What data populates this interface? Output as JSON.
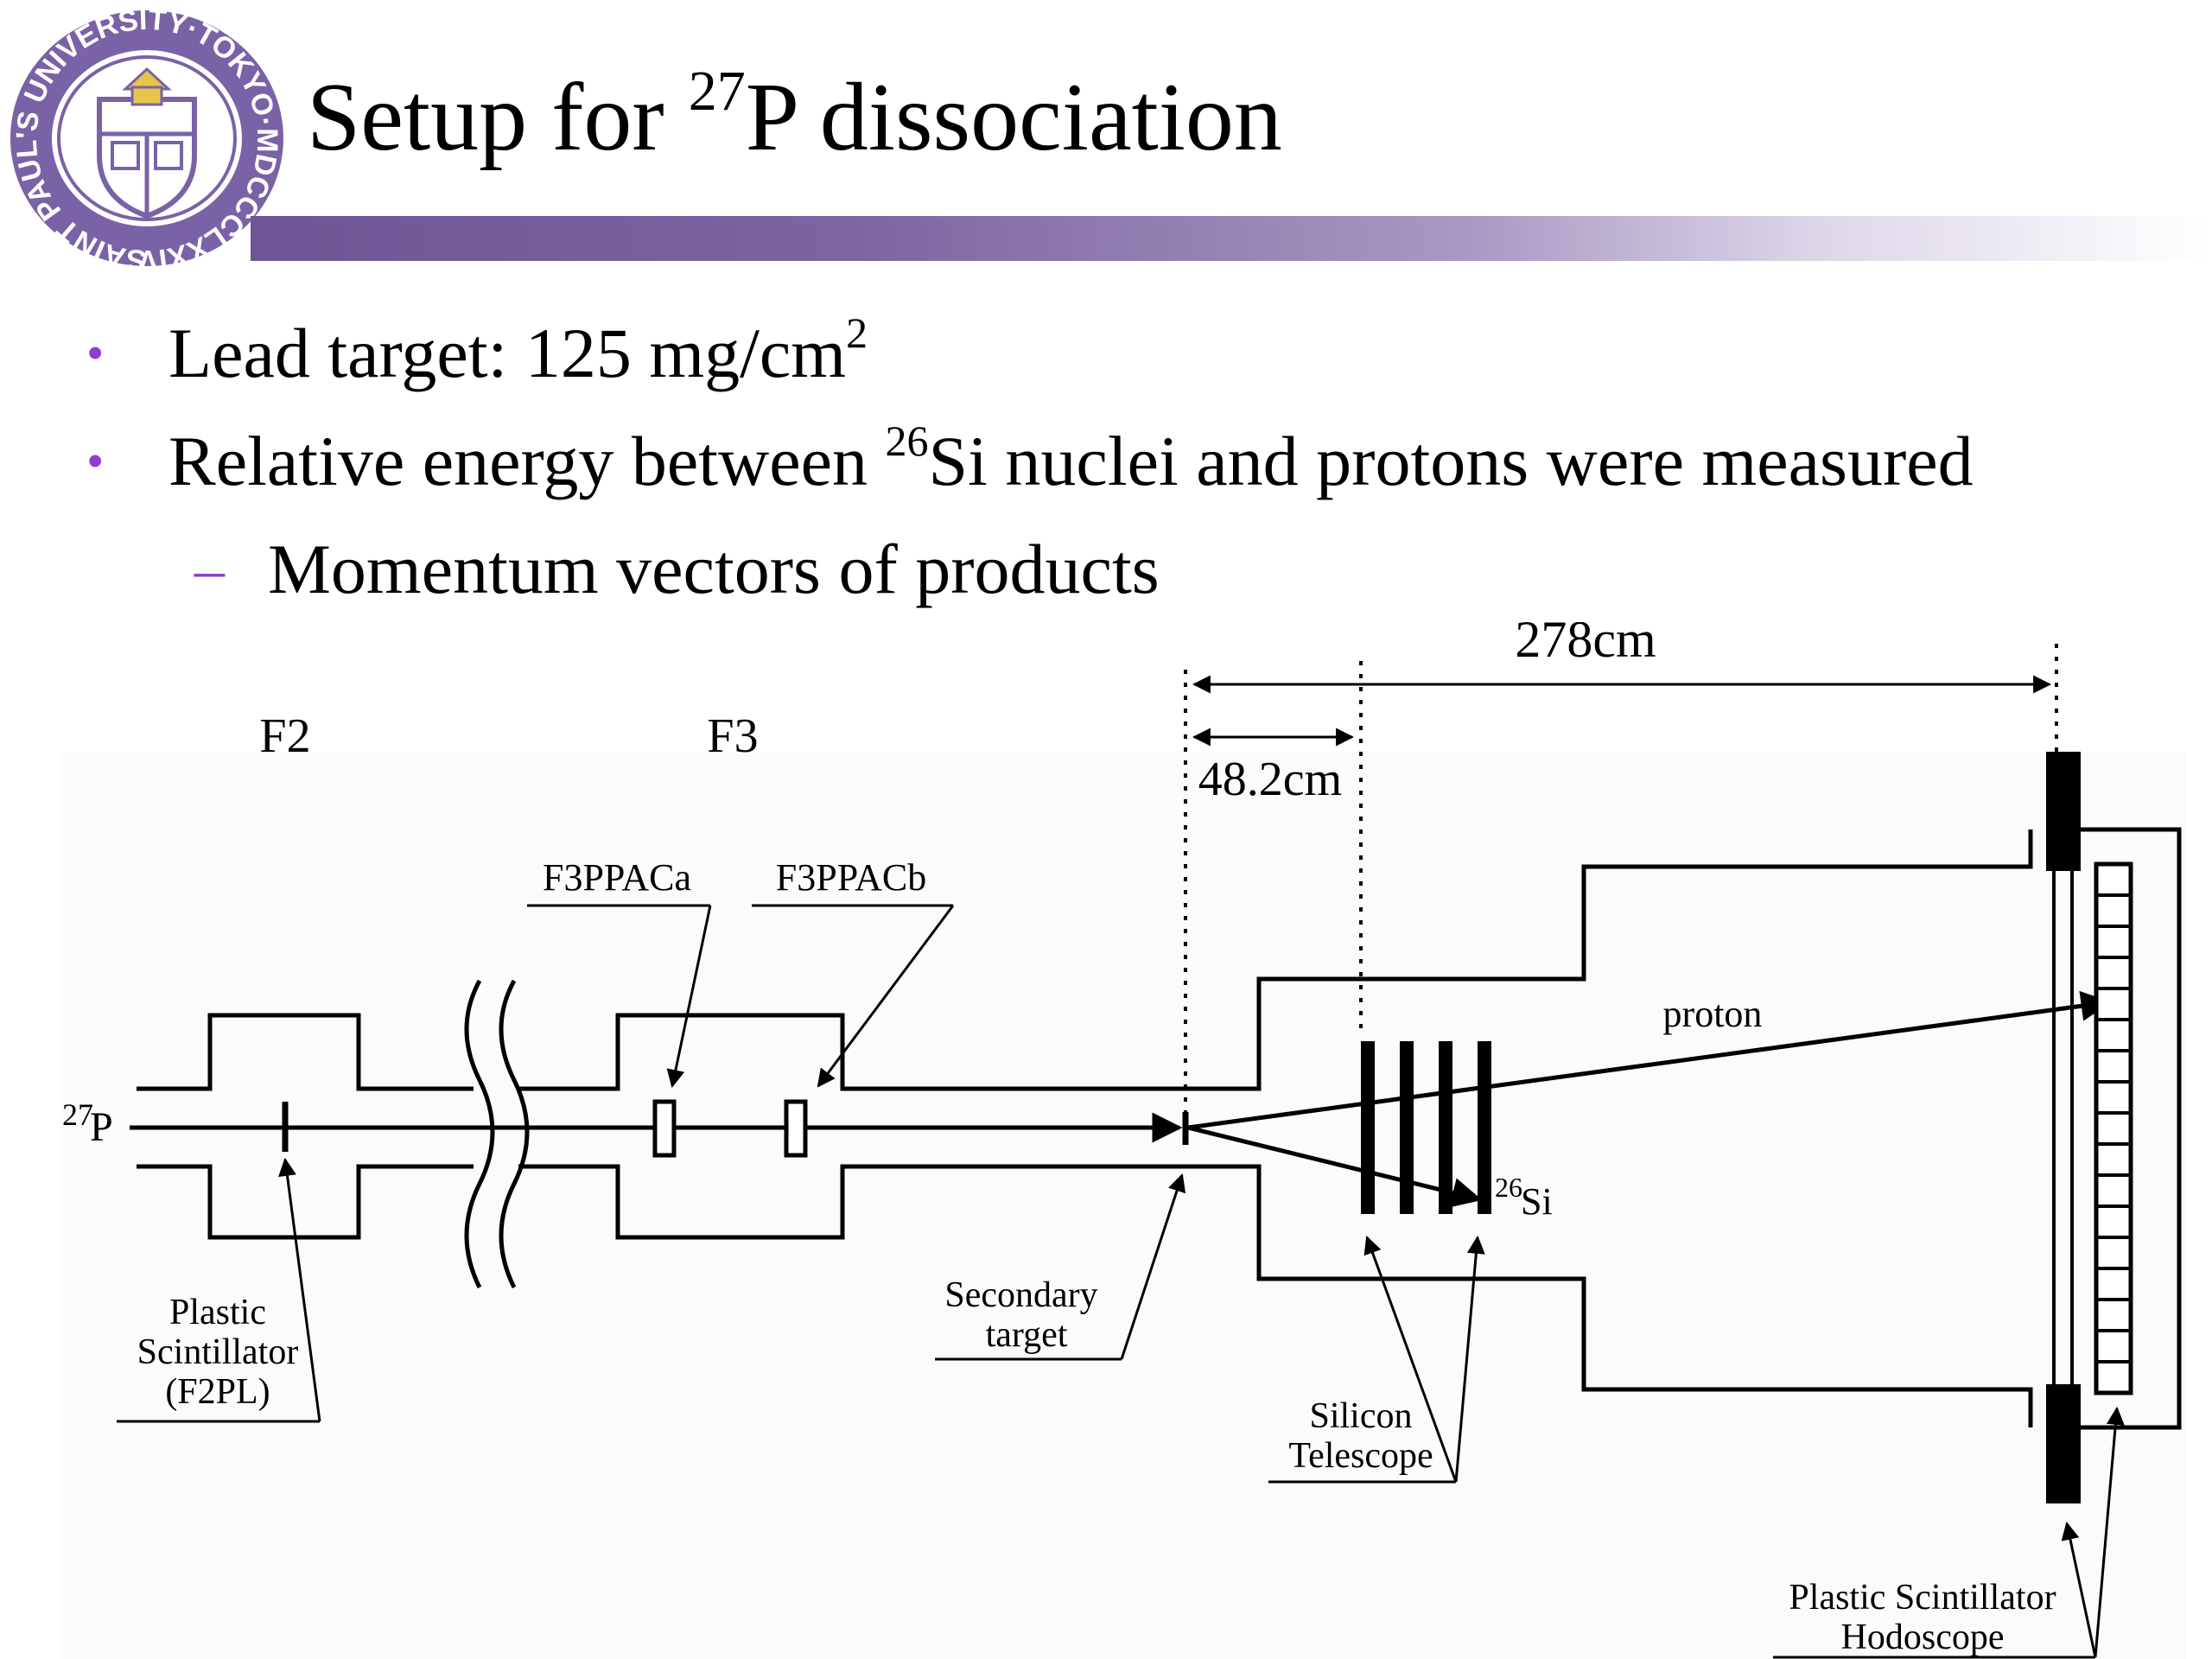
{
  "logo": {
    "ring_text": "SAINT PAUL'S UNIVERSITY·TOKYO·MDCCCLXXIV",
    "color": "#7a62a6"
  },
  "title": {
    "prefix": "Setup for ",
    "sup": "27",
    "suffix": "P dissociation"
  },
  "bullets": [
    {
      "text": "Lead target: 125 mg/cm",
      "sup": "2",
      "after": ""
    },
    {
      "text": "Relative energy between ",
      "sup": "26",
      "after": "Si nuclei and protons were measured"
    }
  ],
  "sub_bullets": [
    {
      "text": "Momentum vectors of products"
    }
  ],
  "colors": {
    "bullet": "#8b3fd0",
    "banner": "#6f5595"
  },
  "diagram": {
    "dist_total": "278cm",
    "dist_short": "48.2cm",
    "focal_f2": "F2",
    "focal_f3": "F3",
    "ppac_a": "F3PPACa",
    "ppac_b": "F3PPACb",
    "beam_sup": "27",
    "beam_element": "P",
    "proton": "proton",
    "si_sup": "26",
    "si_element": "Si",
    "plastic_1": "Plastic",
    "plastic_2": "Scintillator",
    "plastic_3": "(F2PL)",
    "secondary_1": "Secondary",
    "secondary_2": "target",
    "silicon_1": "Silicon",
    "silicon_2": "Telescope",
    "hodo_1": "Plastic Scintillator",
    "hodo_2": "Hodoscope"
  }
}
